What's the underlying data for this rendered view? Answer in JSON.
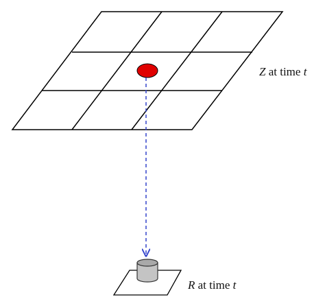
{
  "labels": {
    "z": {
      "var": "Z",
      "text": "at time",
      "time": "t"
    },
    "r": {
      "var": "R",
      "text": "at time",
      "time": "t"
    }
  },
  "colors": {
    "grid_stroke": "#000000",
    "target_fill": "#e00000",
    "arrow": "#3344cc",
    "sensor_fill": "#c4c4c4",
    "sensor_stroke": "#333333"
  },
  "grid": {
    "rows": 3,
    "cols": 3
  }
}
